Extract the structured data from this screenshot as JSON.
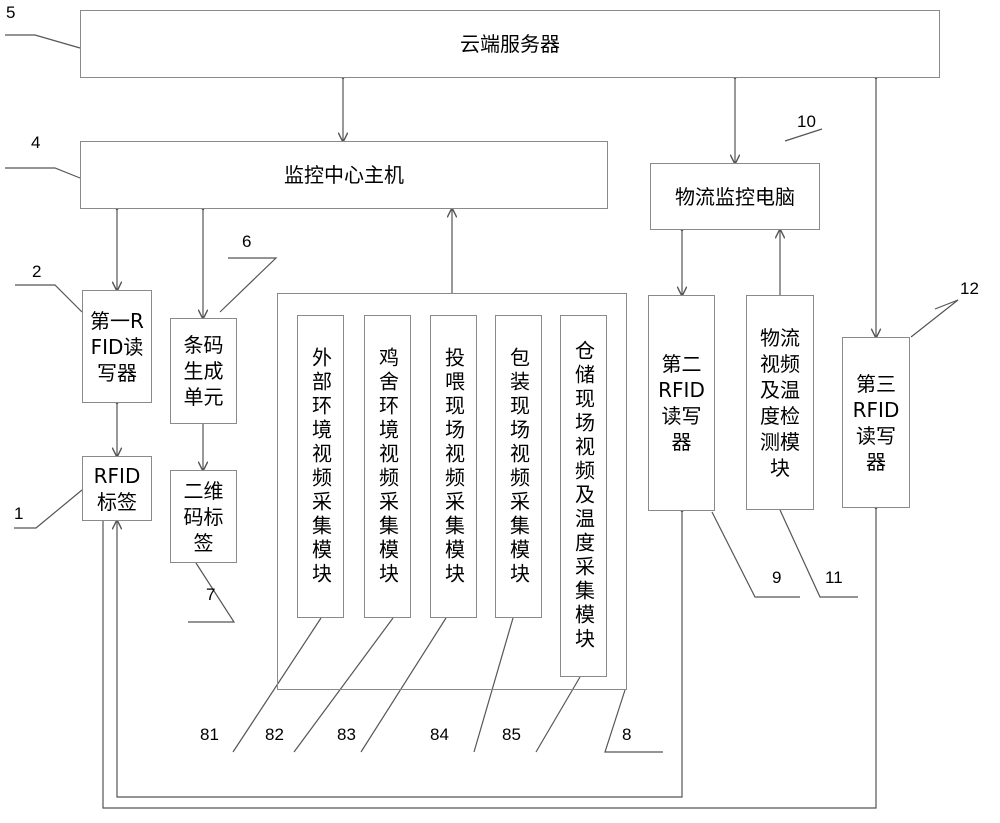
{
  "boxes": {
    "cloud_server": "云端服务器",
    "monitor_host": "监控中心主机",
    "logistics_pc": "物流监控电脑",
    "rfid_reader_1": "第一R\nFID读\n写器",
    "rfid_tag": "RFID\n标签",
    "barcode_unit": "条码\n生成\n单元",
    "qr_tag": "二维\n码标\n签",
    "ext_env": "外部环境视频采集模块",
    "coop_env": "鸡舍环境视频采集模块",
    "feeding": "投喂现场视频采集模块",
    "packaging": "包装现场视频采集模块",
    "warehouse": "仓储现场视频及温度采集模块",
    "rfid_reader_2": "第二\nRFID\n读写\n器",
    "logistics_video": "物流\n视频\n及温\n度检\n测模\n块",
    "rfid_reader_3": "第三\nRFID\n读写\n器"
  },
  "labels": {
    "n1": "1",
    "n2": "2",
    "n4": "4",
    "n5": "5",
    "n6": "6",
    "n7": "7",
    "n8": "8",
    "n9": "9",
    "n10": "10",
    "n11": "11",
    "n12": "12",
    "n81": "81",
    "n82": "82",
    "n83": "83",
    "n84": "84",
    "n85": "85"
  },
  "colors": {
    "line": "#555555",
    "border": "#8a8a8a"
  }
}
